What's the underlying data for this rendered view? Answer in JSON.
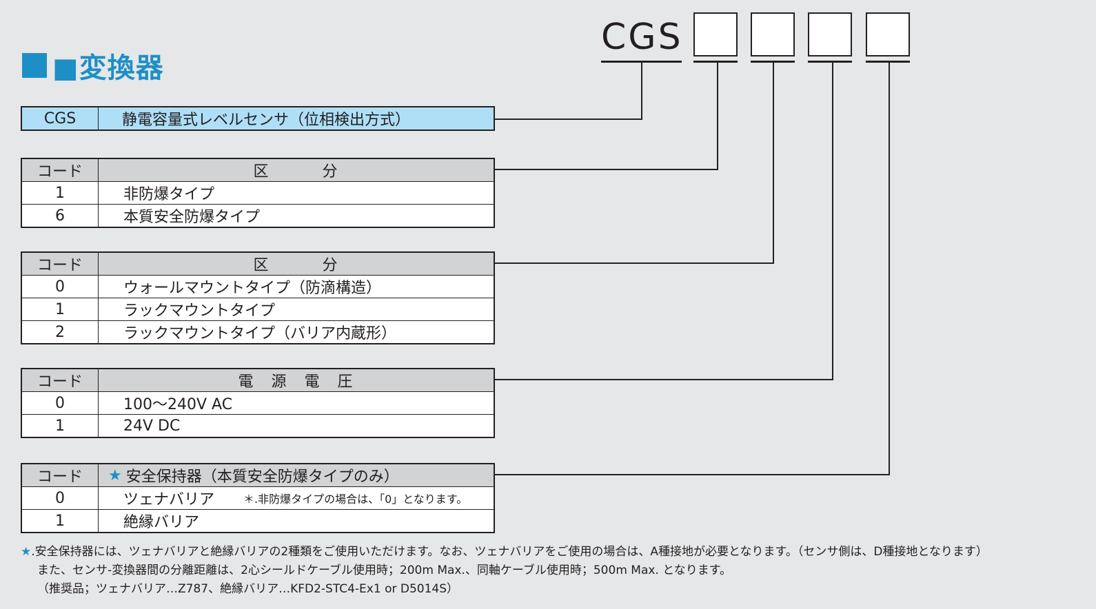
{
  "title": "■変換器",
  "model": {
    "prefix": "CGS"
  },
  "t0": {
    "code": "CGS",
    "desc": "静電容量式レベルセンサ（位相検出方式）"
  },
  "t1": {
    "h1": "コード",
    "h2a": "区",
    "h2b": "分",
    "rows": [
      {
        "code": "1",
        "desc": "非防爆タイプ"
      },
      {
        "code": "6",
        "desc": "本質安全防爆タイプ"
      }
    ]
  },
  "t2": {
    "h1": "コード",
    "h2a": "区",
    "h2b": "分",
    "rows": [
      {
        "code": "0",
        "desc": "ウォールマウントタイプ（防滴構造）"
      },
      {
        "code": "1",
        "desc": "ラックマウントタイプ"
      },
      {
        "code": "2",
        "desc": "ラックマウントタイプ（バリア内蔵形）"
      }
    ]
  },
  "t3": {
    "h1": "コード",
    "h2": "電　源　電　圧",
    "rows": [
      {
        "code": "0",
        "desc": "100〜240V AC"
      },
      {
        "code": "1",
        "desc": "24V DC"
      }
    ]
  },
  "t4": {
    "h1": "コード",
    "star": "★",
    "h2": "安全保持器（本質安全防爆タイプのみ）",
    "rows": [
      {
        "code": "0",
        "desc": "ツェナバリア",
        "note": "＊.非防爆タイプの場合は、「0」となります。"
      },
      {
        "code": "1",
        "desc": "絶縁バリア"
      }
    ]
  },
  "footnote": {
    "star": "★",
    "line1": ".安全保持器には、ツェナバリアと絶縁バリアの2種類をご使用いただけます。なお、ツェナバリアをご使用の場合は、A種接地が必要となります。（センサ側は、D種接地となります）",
    "line2": "また、センサ-変換器間の分離距離は、2心シールドケーブル使用時；200m Max.、同軸ケーブル使用時；500m Max. となります。",
    "line3": "（推奨品；ツェナバリア…Z787、絶縁バリア…KFD2-STC4-Ex1 or D5014S）"
  },
  "colors": {
    "accent": "#1e8fc6",
    "header_bg": "#d1d3d4",
    "cgs_bg": "#aedff7",
    "page_bg": "#e6e7e8"
  }
}
